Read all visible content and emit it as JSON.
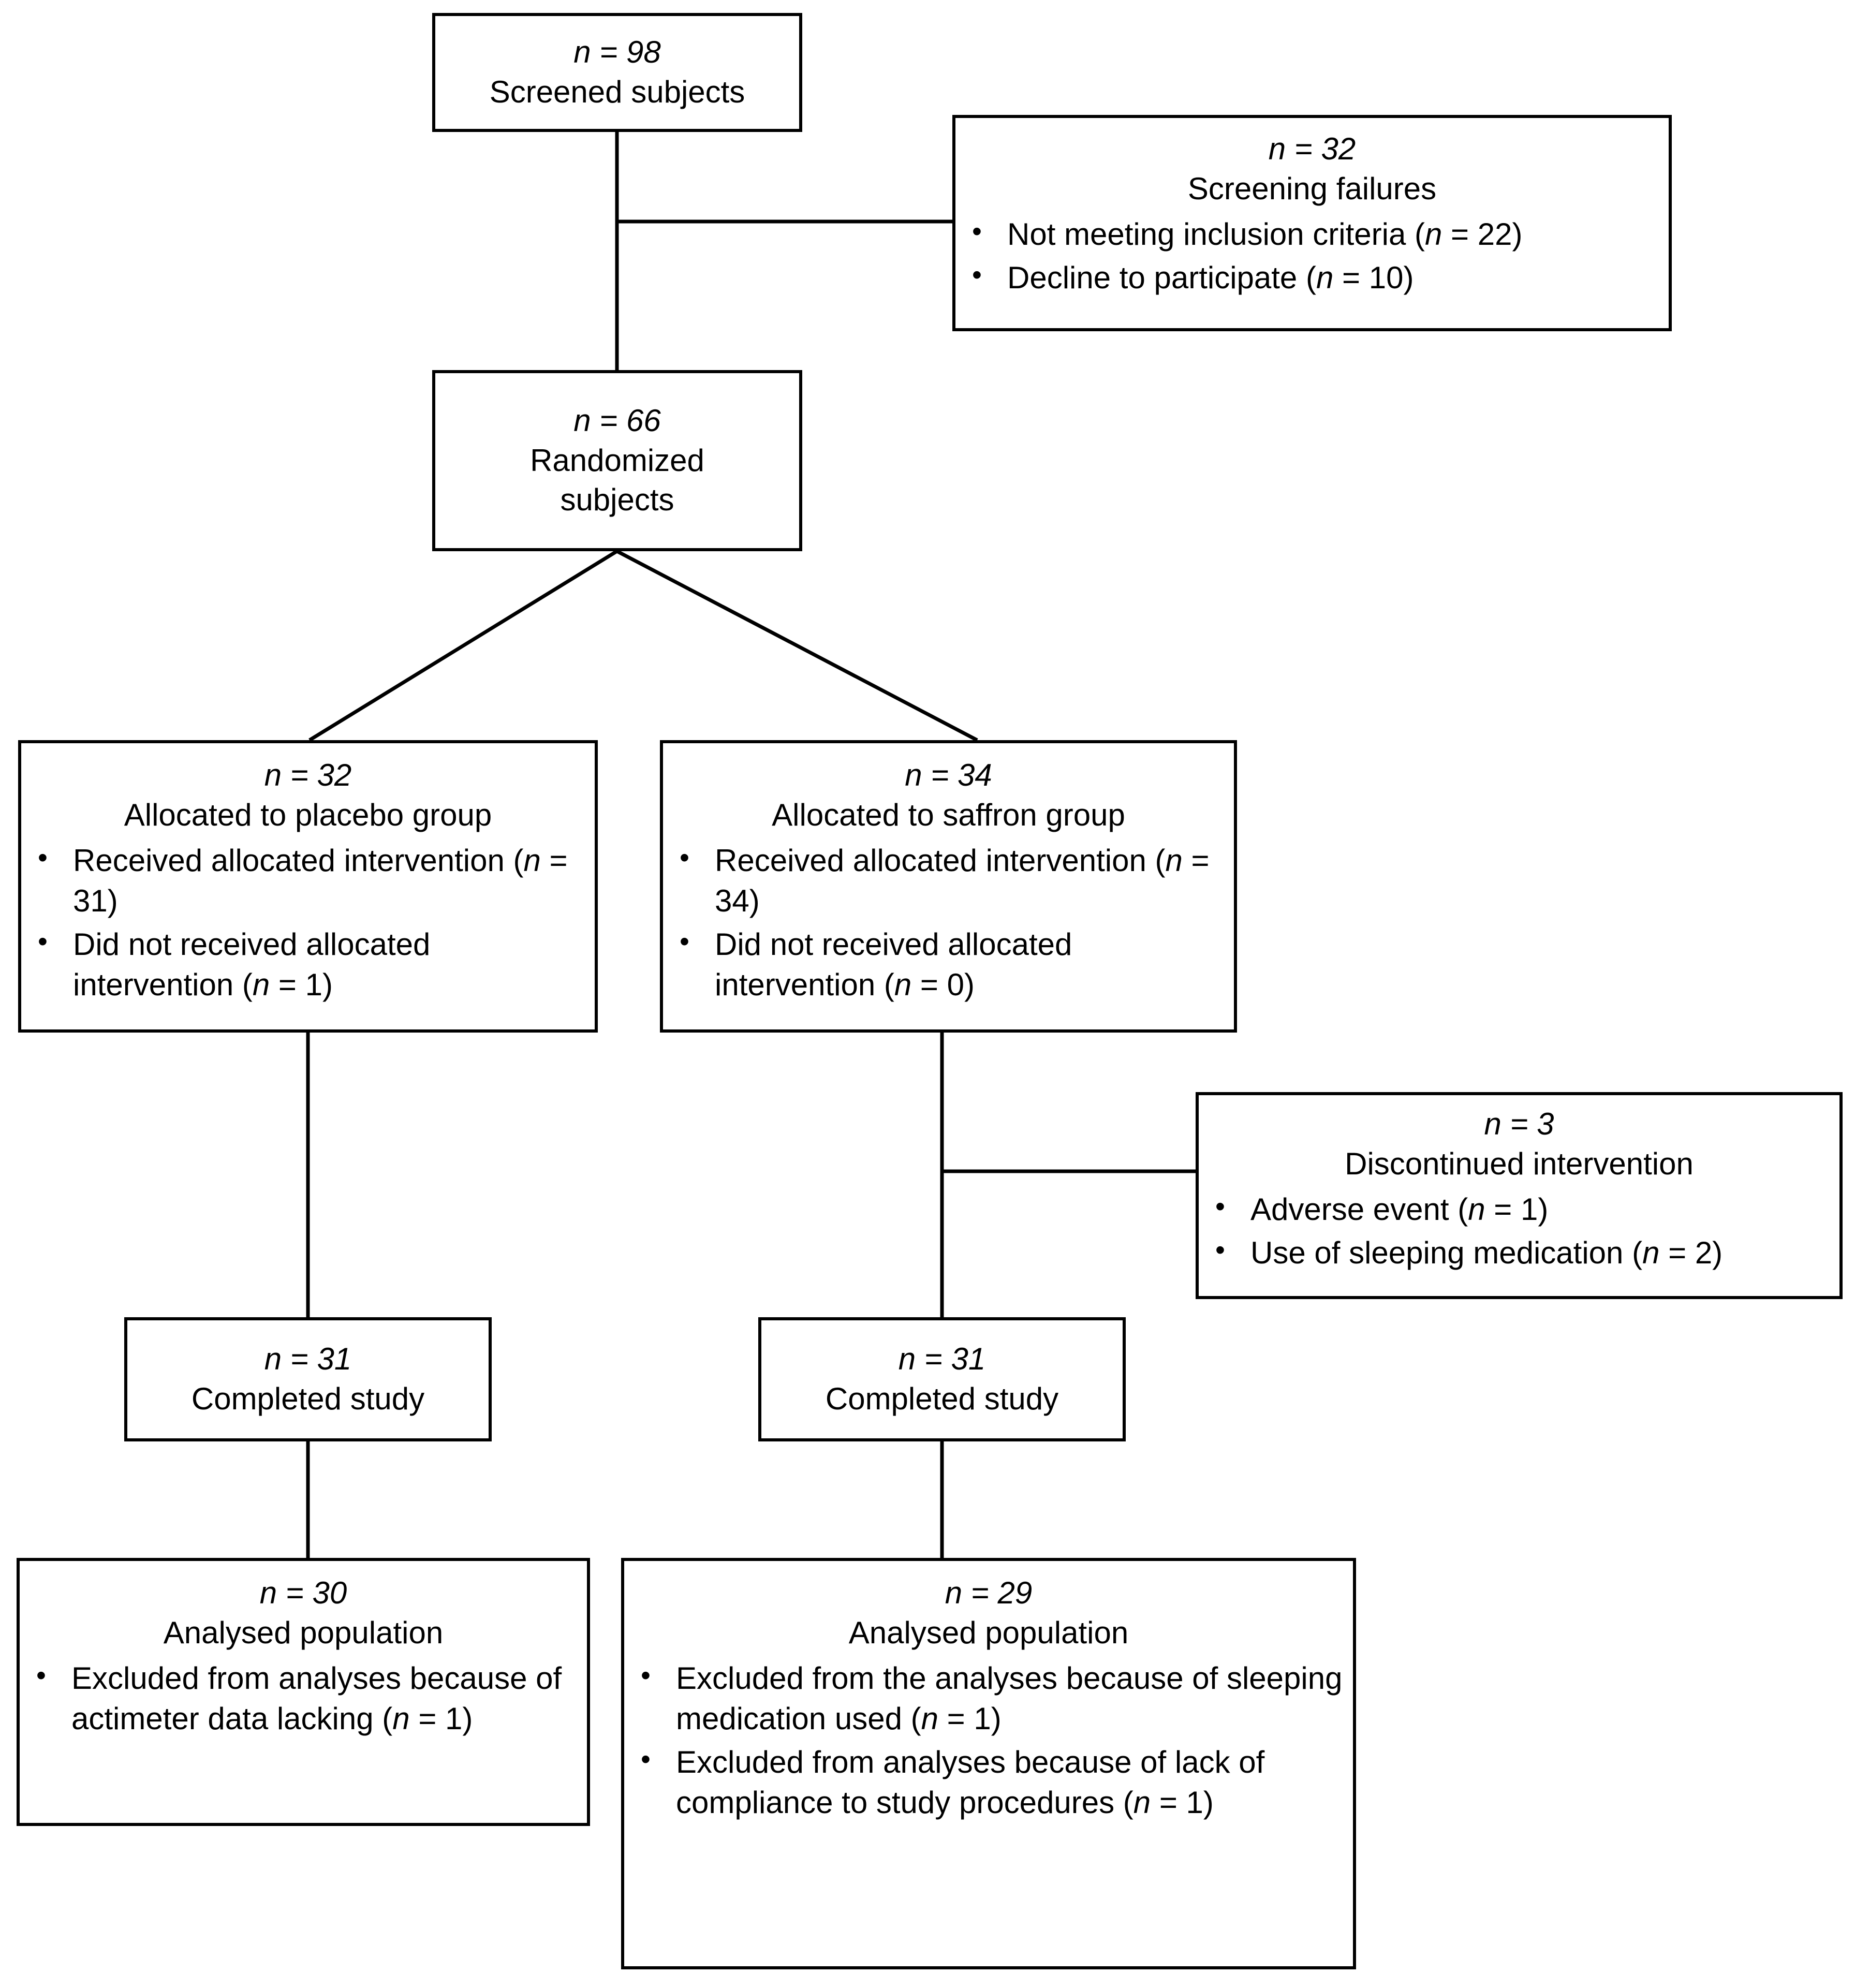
{
  "diagram": {
    "type": "consort-flow-diagram",
    "nodes": {
      "screened": {
        "n_label": "n = 98",
        "title": "Screened subjects"
      },
      "screening_failures": {
        "n_label": "n = 32",
        "title": "Screening failures",
        "bullets": [
          {
            "text": "Not meeting inclusion criteria (",
            "n": "n",
            "tail": " = 22)"
          },
          {
            "text": "Decline to participate (",
            "n": "n",
            "tail": " = 10)"
          }
        ]
      },
      "randomized": {
        "n_label": "n = 66",
        "title_line1": "Randomized",
        "title_line2": "subjects"
      },
      "placebo_allocated": {
        "n_label": "n = 32",
        "title": "Allocated to placebo group",
        "bullets": [
          {
            "text": "Received allocated intervention (",
            "n": "n",
            "tail": " = 31)"
          },
          {
            "text": "Did not received allocated intervention (",
            "n": "n",
            "tail": " = 1)"
          }
        ]
      },
      "saffron_allocated": {
        "n_label": "n = 34",
        "title": "Allocated to saffron group",
        "bullets": [
          {
            "text": "Received allocated intervention (",
            "n": "n",
            "tail": " = 34)"
          },
          {
            "text": "Did not received allocated intervention (",
            "n": "n",
            "tail": " = 0)"
          }
        ]
      },
      "discontinued": {
        "n_label": "n = 3",
        "title": "Discontinued intervention",
        "bullets": [
          {
            "text": "Adverse event (",
            "n": "n",
            "tail": " = 1)"
          },
          {
            "text": "Use of sleeping medication (",
            "n": "n",
            "tail": " = 2)"
          }
        ]
      },
      "completed_placebo": {
        "n_label": "n = 31",
        "title": "Completed study"
      },
      "completed_saffron": {
        "n_label": "n = 31",
        "title": "Completed study"
      },
      "analysed_placebo": {
        "n_label": "n = 30",
        "title": "Analysed population",
        "bullets": [
          {
            "text": "Excluded from analyses because of actimeter data lacking (",
            "n": "n",
            "tail": " = 1)"
          }
        ]
      },
      "analysed_saffron": {
        "n_label": "n = 29",
        "title": "Analysed population",
        "bullets": [
          {
            "text": "Excluded from the analyses because of sleeping medication used (",
            "n": "n",
            "tail": " = 1)"
          },
          {
            "text": "Excluded from analyses because of lack of compliance to study procedures (",
            "n": "n",
            "tail": " = 1)"
          }
        ]
      }
    },
    "colors": {
      "border": "#000000",
      "background": "#ffffff",
      "text": "#000000",
      "connector": "#000000"
    }
  }
}
